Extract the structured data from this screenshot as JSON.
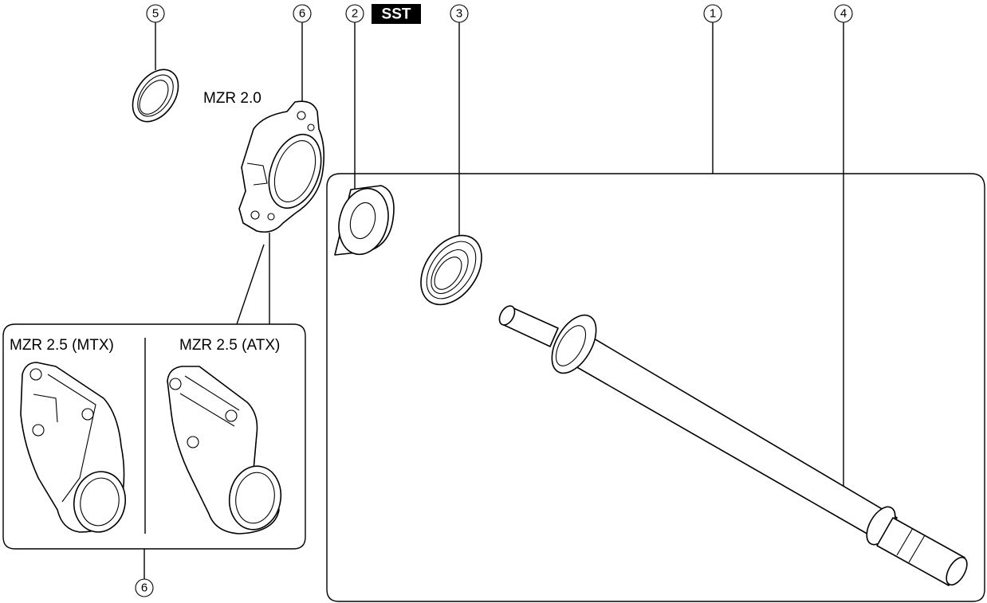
{
  "callouts": {
    "c1": "1",
    "c2": "2",
    "c3": "3",
    "c4": "4",
    "c5": "5",
    "c6_top": "6",
    "c6_bottom": "6"
  },
  "sst_label": "SST",
  "labels": {
    "mzr20": "MZR 2.0",
    "mzr25_mtx": "MZR 2.5 (MTX)",
    "mzr25_atx": "MZR 2.5 (ATX)"
  }
}
